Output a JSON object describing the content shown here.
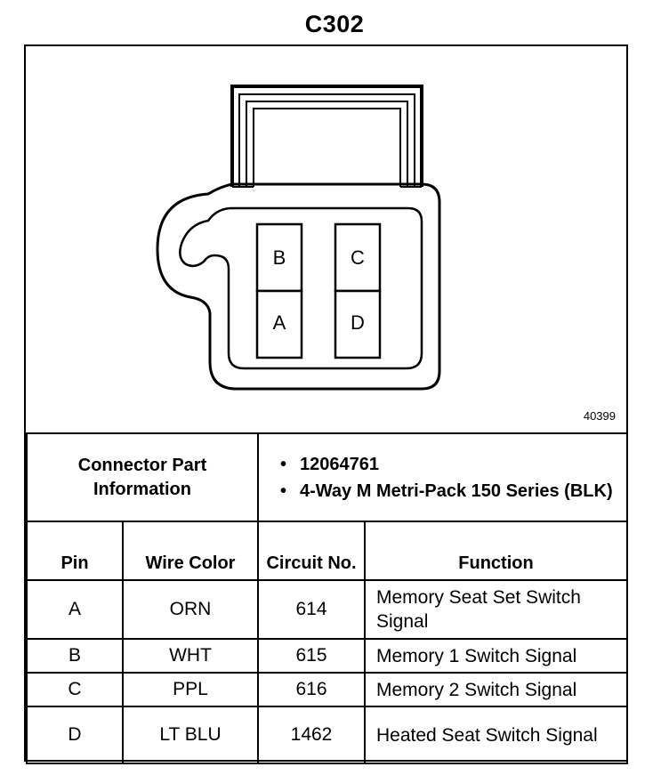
{
  "title": "C302",
  "diagram": {
    "reference_number": "40399",
    "pins": [
      "B",
      "C",
      "A",
      "D"
    ]
  },
  "connector_info": {
    "label": "Connector Part Information",
    "values": [
      "12064761",
      "4-Way M Metri-Pack 150 Series (BLK)"
    ]
  },
  "table": {
    "headers": {
      "pin": "Pin",
      "wire_color": "Wire Color",
      "circuit_no": "Circuit No.",
      "function": "Function"
    },
    "rows": [
      {
        "pin": "A",
        "wire_color": "ORN",
        "circuit": "614",
        "function": "Memory Seat Set Switch Signal"
      },
      {
        "pin": "B",
        "wire_color": "WHT",
        "circuit": "615",
        "function": "Memory 1 Switch Signal"
      },
      {
        "pin": "C",
        "wire_color": "PPL",
        "circuit": "616",
        "function": "Memory 2 Switch Signal"
      },
      {
        "pin": "D",
        "wire_color": "LT BLU",
        "circuit": "1462",
        "function": "Heated Seat Switch Signal"
      }
    ]
  }
}
